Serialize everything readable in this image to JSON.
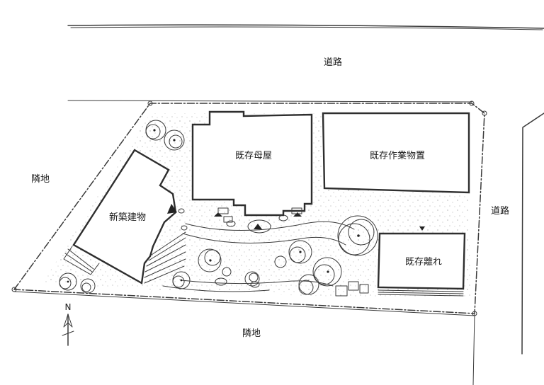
{
  "labels": {
    "road_top": "道路",
    "road_right": "道路",
    "neighbor_left": "隣地",
    "neighbor_bottom": "隣地",
    "new_building": "新築建物",
    "main_house": "既存母屋",
    "workshop": "既存作業物置",
    "annex": "既存離れ",
    "north": "N"
  }
}
